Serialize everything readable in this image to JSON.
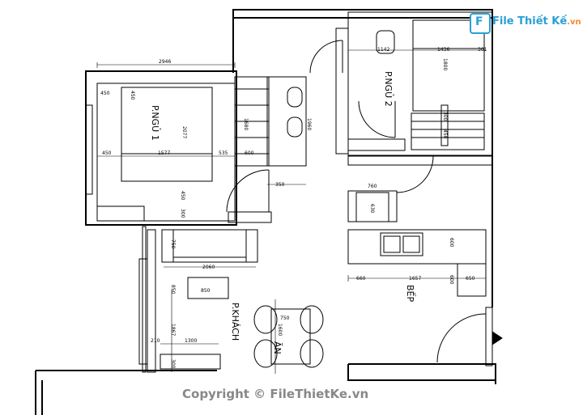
{
  "brand": {
    "logo_initial": "F",
    "logo_name": "File Thiết Kế",
    "logo_domain": ".vn"
  },
  "copyright": "Copyright © FileThietKe.vn",
  "rooms": {
    "bedroom1": "P.NGỦ 1",
    "bedroom2": "P.NGỦ 2",
    "living": "P.KHÁCH",
    "kitchen": "BẾP",
    "dining": "ĂN"
  },
  "dimensions": {
    "bedroom1_top": "2946",
    "bedroom1_wardrobe": "450",
    "bedroom1_wardrobe_depth": "450",
    "bedroom1_bed_len": "2077",
    "bedroom1_bed_w": "1577",
    "bedroom1_left": "450",
    "bedroom1_right": "535",
    "bedroom1_desk": "600",
    "bedroom1_desk_h": "1680",
    "bedroom1_bottom": "450",
    "bedroom1_bottom2": "300",
    "bath_h": "1960",
    "bath_w": "350",
    "bedroom2_top": "1142",
    "bedroom2_w": "1436",
    "bedroom2_h": "1800",
    "bedroom2_edge": "301",
    "bedroom2_stair": "300",
    "bedroom2_stair2": "450",
    "wc_w": "760",
    "wc_h": "630",
    "kitchen_h": "600",
    "kitchen_left": "660",
    "kitchen_run": "1657",
    "kitchen_fridge": "600",
    "kitchen_fridge_d": "650",
    "sofa_d": "750",
    "sofa_len": "2060",
    "table_w": "850",
    "living_h1": "850",
    "living_h2": "1867",
    "tv_len": "1300",
    "tv_off": "210",
    "tv_d": "300",
    "dining_w": "750",
    "dining_h": "1600"
  }
}
